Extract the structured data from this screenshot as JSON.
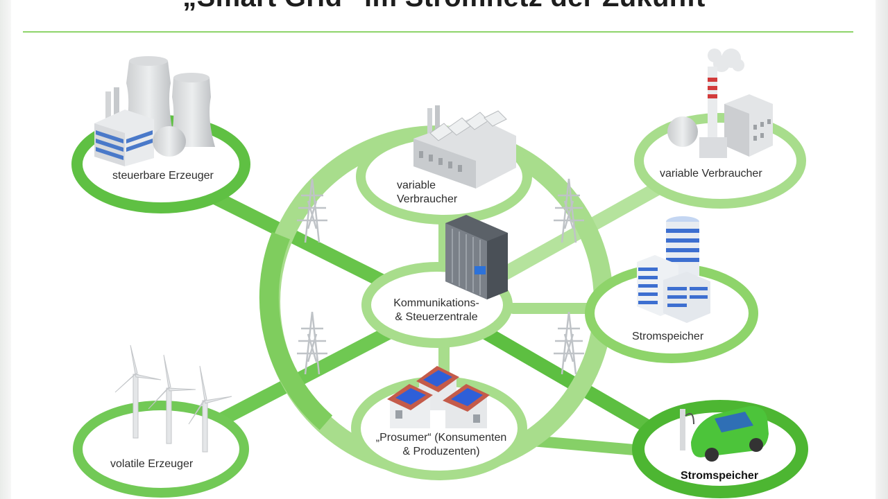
{
  "title": "„Smart Grid“ im Stromnetz der Zukunft",
  "colors": {
    "ring_dark": "#56bd3c",
    "ring_light": "#a8dd8c",
    "ring_inner": "#ffffff",
    "link": "#7fcd5e",
    "rule": "#8ed46a",
    "car": "#4cc43a",
    "panel": "#2e5fd8"
  },
  "nodes": {
    "steuerbare_erzeuger": {
      "label": "steuerbare Erzeuger",
      "icon": "power-plant-icon"
    },
    "variable_verbraucher_mid": {
      "label": "variable\nVerbraucher",
      "icon": "factory-icon"
    },
    "variable_verbraucher_right": {
      "label": "variable Verbraucher",
      "icon": "industrial-plant-icon"
    },
    "zentrale": {
      "label": "Kommunikations-\n& Steuerzentrale",
      "icon": "server-rack-icon"
    },
    "stromspeicher_top": {
      "label": "Stromspeicher",
      "icon": "storage-building-icon"
    },
    "volatile_erzeuger": {
      "label": "volatile Erzeuger",
      "icon": "wind-turbine-icon"
    },
    "prosumer": {
      "label": "„Prosumer“ (Konsumenten\n& Produzenten)",
      "icon": "solar-house-icon"
    },
    "stromspeicher_bottom": {
      "label": "Stromspeicher",
      "icon": "electric-car-icon"
    }
  },
  "pylons": [
    "transmission-tower-icon",
    "transmission-tower-icon",
    "transmission-tower-icon",
    "transmission-tower-icon"
  ]
}
